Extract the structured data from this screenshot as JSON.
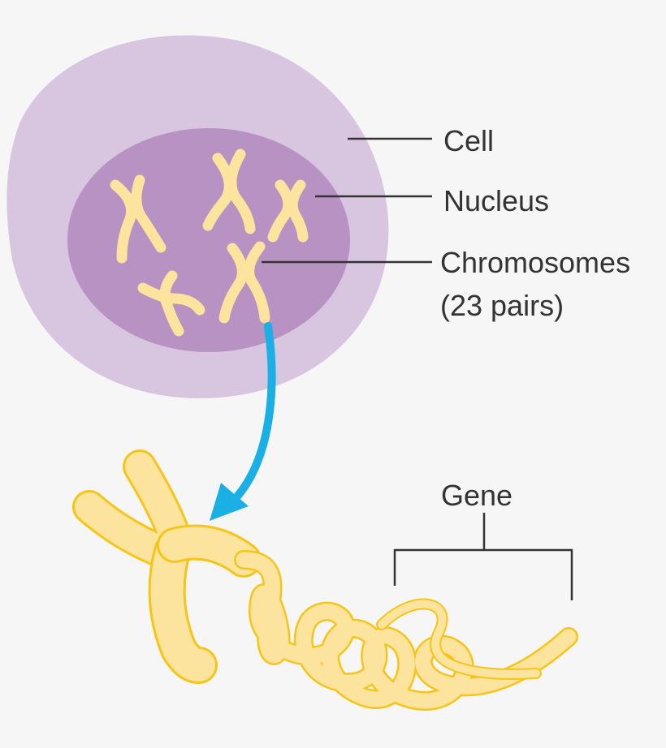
{
  "labels": {
    "cell": "Cell",
    "nucleus": "Nucleus",
    "chromosomes": "Chromosomes",
    "chromosome_pairs": "(23 pairs)",
    "gene": "Gene"
  },
  "colors": {
    "background": "#f6f6f6",
    "cell": "#d8c6e0",
    "nucleus": "#b792c2",
    "chromosome": "#fce39e",
    "chromosome_outline": "#f5c518",
    "arrow": "#1ab0e6",
    "text": "#333333"
  },
  "icons": {
    "chromosome": "chromosome-icon",
    "arrow": "curved-arrow-icon"
  }
}
